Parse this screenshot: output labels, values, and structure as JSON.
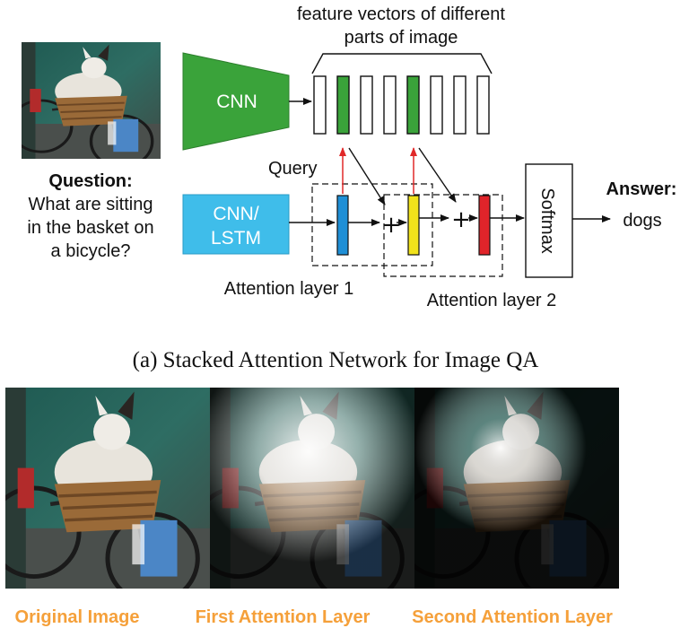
{
  "diagram": {
    "feature_label_line1": "feature vectors of different",
    "feature_label_line2": "parts of image",
    "cnn_label": "CNN",
    "cnn_lstm_line1": "CNN/",
    "cnn_lstm_line2": "LSTM",
    "query_label": "Query",
    "question_title": "Question:",
    "question_lines": [
      "What are sitting",
      "in the basket on",
      "a bicycle?"
    ],
    "answer_title": "Answer:",
    "answer_value": "dogs",
    "softmax_label": "Softmax",
    "plus_symbol": "+",
    "attention_layer1": "Attention layer 1",
    "attention_layer2": "Attention layer 2",
    "caption": "(a) Stacked Attention Network for Image QA"
  },
  "bottom_labels": {
    "original": "Original Image",
    "first": "First Attention Layer",
    "second": "Second Attention Layer"
  },
  "colors": {
    "cnn_green": "#3aa33a",
    "cnn_lstm_blue": "#3fbdea",
    "query_blue": "#1f8fd6",
    "attention_yellow": "#f1e21b",
    "attention_red": "#e0242a",
    "query_arrow_red": "#e02828",
    "label_orange": "#f5a03a"
  }
}
